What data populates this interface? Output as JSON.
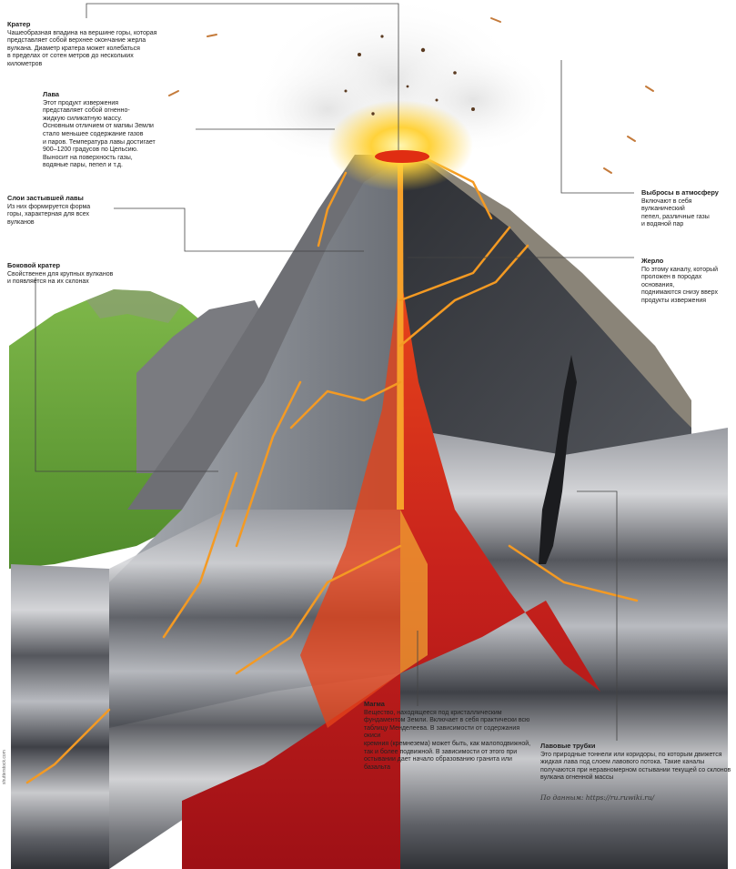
{
  "labels": {
    "crater": {
      "title": "Кратер",
      "text": "Чашеобразная впадина на вершине горы, которая\nпредставляет собой верхнее окончание жерла\nвулкана. Диаметр кратера может колебаться\nв пределах от сотен метров до нескольких\nкилометров"
    },
    "lava": {
      "title": "Лава",
      "text": "Этот продукт извержения\nпредставляет собой огненно-\nжидкую силикатную массу.\nОсновным отличием от магмы Земли\nстало меньшее содержание газов\nи паров. Температура лавы достигает\n900–1200 градусов по Цельсию.\nВыносит на поверхность газы,\nводяные пары, пепел и т.д."
    },
    "layers": {
      "title": "Слои застывшей лавы",
      "text": "Из них формируется форма\nгоры, характерная для всех\nвулканов"
    },
    "side_crater": {
      "title": "Боковой кратер",
      "text": "Свойственен для крупных вулканов\nи появляется на их склонах"
    },
    "emissions": {
      "title": "Выбросы в атмосферу",
      "text": "Включают в себя вулканический\nпепел, различные газы\nи водяной пар"
    },
    "vent": {
      "title": "Жерло",
      "text": "По этому каналу, который\nпроложен в породах основания,\nподнимаются снизу вверх\nпродукты извержения"
    },
    "magma": {
      "title": "Магма",
      "text": "Вещество, находящееся под кристаллическим\nфундаментом Земли. Включает в себя практически всю\nтаблицу Менделеева. В зависимости от содержания окиси\nкремния (кремнезема) может быть, как малоподвижной,\nтак и более подвижной. В зависимости от этого при\nостывании дает начало образованию гранита или базальта"
    },
    "tubes": {
      "title": "Лавовые трубки",
      "text": "Это природные тоннели или коридоры, по которым движется\nжидкая лава под слоем лавового потока. Такие каналы\nполучаются при неравномерном остывании текущей со склонов\nвулкана огненной массы"
    }
  },
  "credit": "По данным: https://ru.ruwiki.ru/",
  "side_credit": "shutterstock.com",
  "colors": {
    "magma_dark": "#b3121a",
    "magma_bright": "#f0601e",
    "lava_glow": "#ffd23a",
    "rock_light": "#8d9097",
    "rock_dark": "#3d4046",
    "grass": "#6aa33a"
  }
}
